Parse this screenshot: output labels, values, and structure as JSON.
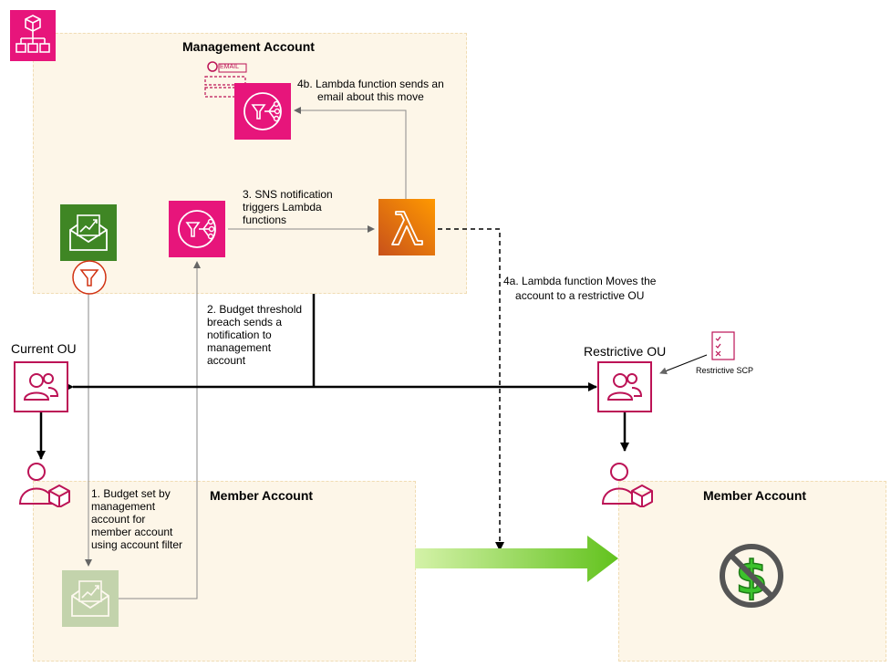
{
  "regions": {
    "management": "Management Account",
    "member_left": "Member Account",
    "member_right": "Member Account"
  },
  "ous": {
    "current": "Current OU",
    "restrictive": "Restrictive OU",
    "scp": "Restrictive SCP"
  },
  "steps": {
    "step1": [
      "1. Budget set by",
      "management",
      "account for",
      "member account",
      "using account filter"
    ],
    "step2": [
      "2. Budget threshold",
      "breach sends a",
      "notification to",
      "management",
      "account"
    ],
    "step3": [
      "3. SNS notification",
      "triggers Lambda",
      "functions"
    ],
    "step4a": [
      "4a. Lambda function Moves the",
      "account to a restrictive OU"
    ],
    "step4b": [
      "4b. Lambda function sends an",
      "email about this move"
    ]
  },
  "icons": {
    "email_text": "EMAIL"
  },
  "colors": {
    "organizations": "#e7157b",
    "budgets": "#3f8624",
    "sns": "#e7157b",
    "lambda": "#ed7100",
    "ou": "#bc1356",
    "region_fill": "#fdf6e8",
    "transition_arrow": "#7ad142"
  }
}
